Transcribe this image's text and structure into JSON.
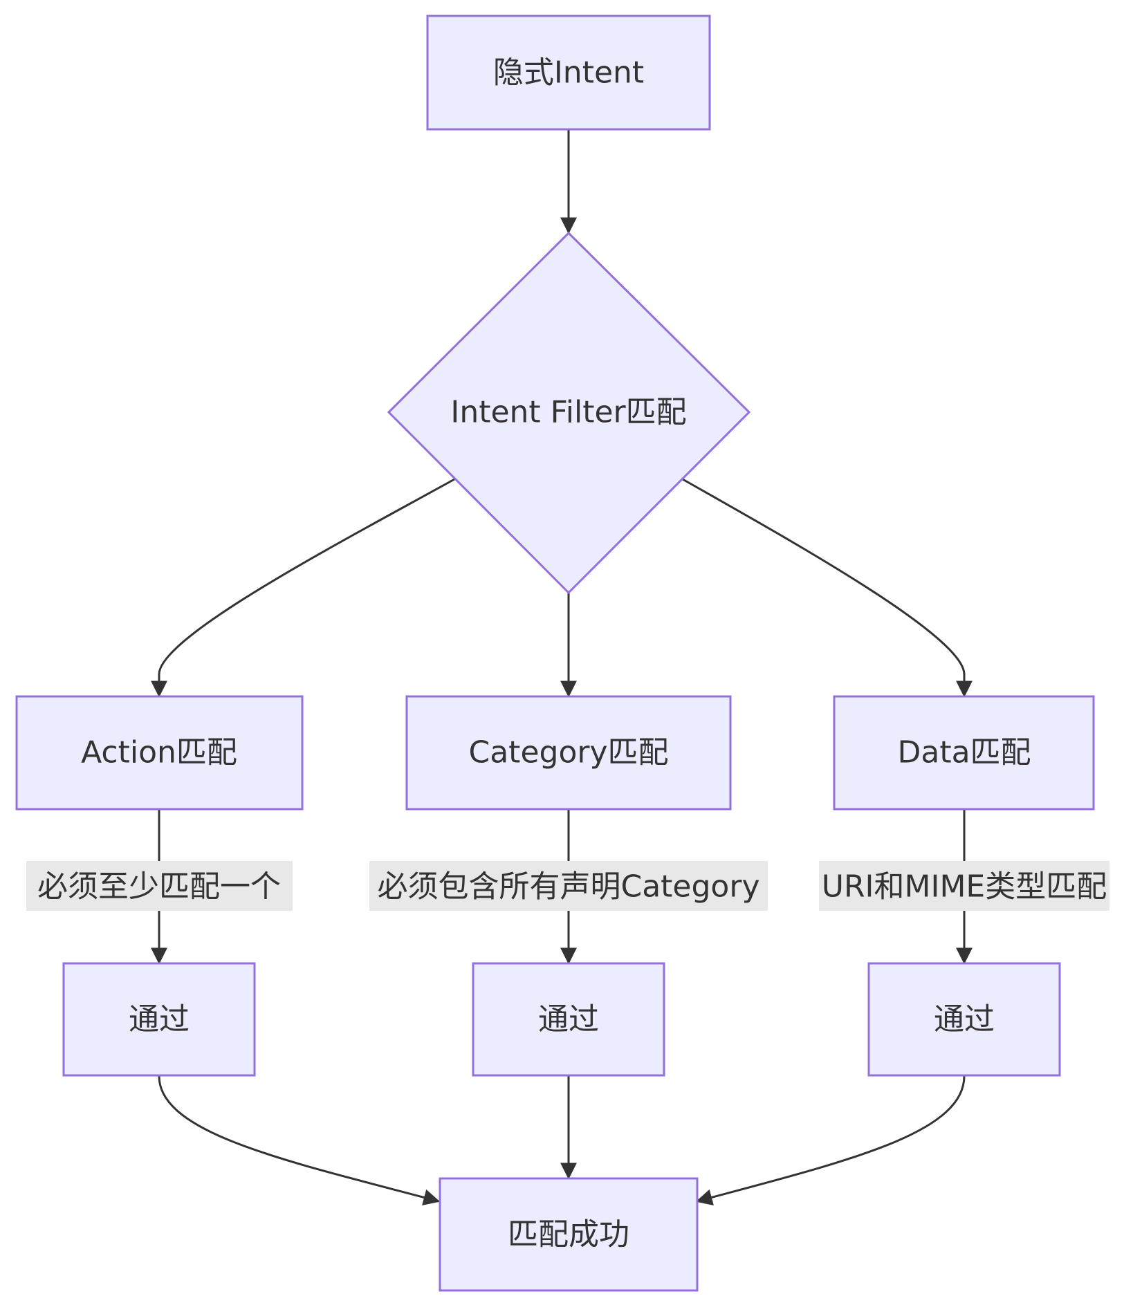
{
  "nodes": {
    "implicit_intent": "隐式Intent",
    "intent_filter": "Intent Filter匹配",
    "action": "Action匹配",
    "category": "Category匹配",
    "data": "Data匹配",
    "pass_action": "通过",
    "pass_category": "通过",
    "pass_data": "通过",
    "success": "匹配成功"
  },
  "edge_labels": {
    "action": "必须至少匹配一个",
    "category": "必须包含所有声明Category",
    "data": "URI和MIME类型匹配"
  },
  "colors": {
    "node_fill": "#ececff",
    "node_stroke": "#9370db",
    "edge": "#333333",
    "label_bg": "#e8e8e8",
    "text": "#333333"
  }
}
